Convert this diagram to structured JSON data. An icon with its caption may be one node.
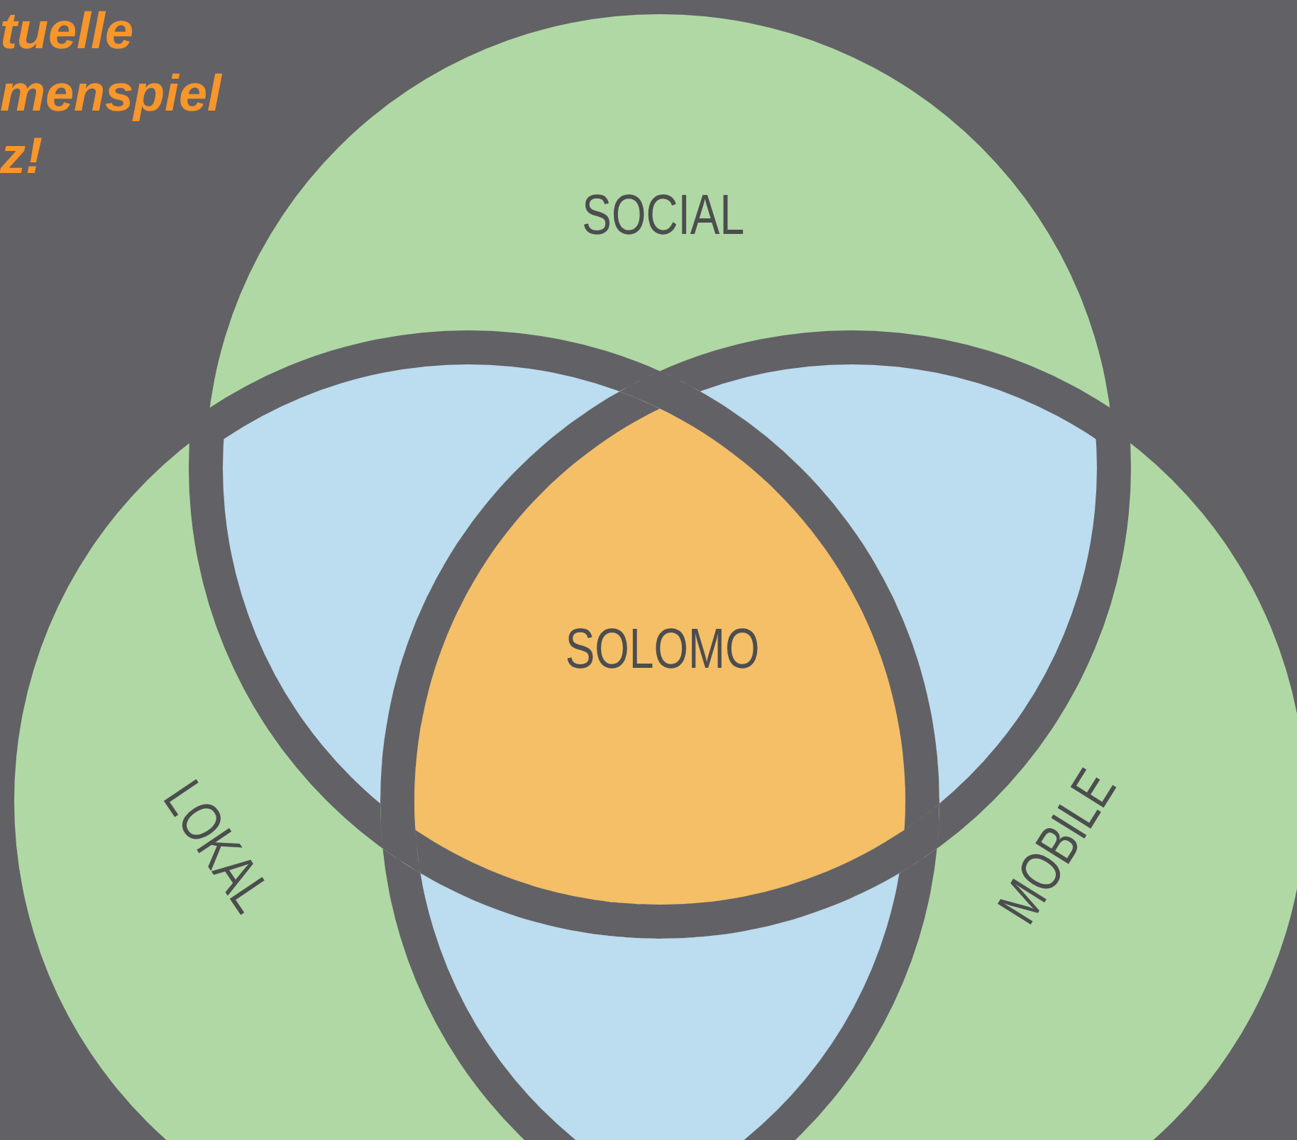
{
  "diagram": {
    "nodes": [
      {
        "text": [
          "SOCIAL"
        ]
      },
      {
        "text": [
          "LOKAL"
        ]
      },
      {
        "text": [
          "MOBILE"
        ]
      },
      {
        "text": [
          "SOLOMO"
        ]
      }
    ],
    "labels": [
      "tuelle menspiel z!"
    ]
  }
}
